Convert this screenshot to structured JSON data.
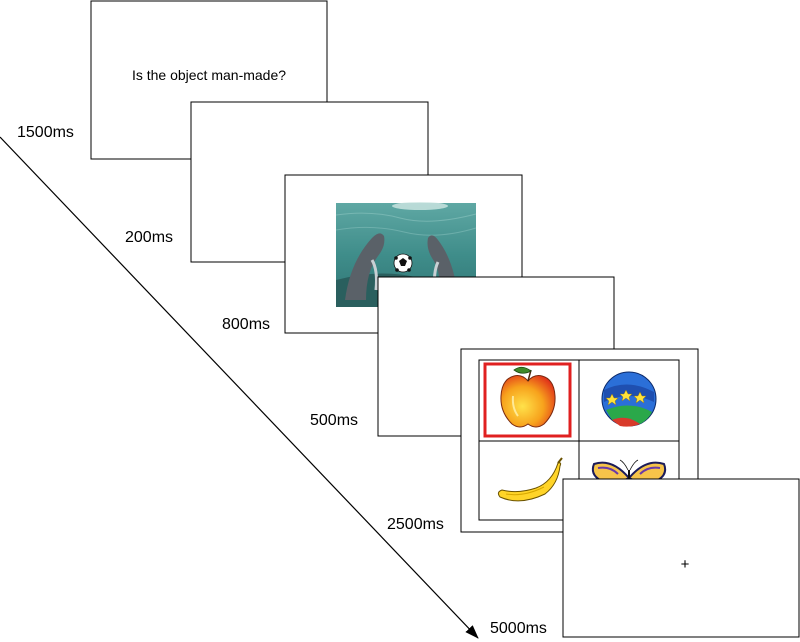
{
  "question_screen": {
    "text": "Is the object man-made?"
  },
  "fixation_screen": {
    "symbol": "+"
  },
  "durations": {
    "question": "1500ms",
    "blank_1": "200ms",
    "picture": "800ms",
    "blank_2": "500ms",
    "choice": "2500ms",
    "fixation": "5000ms"
  },
  "picture_screen": {
    "content": "photo of dolphins with a soccer ball"
  },
  "choice_screen": {
    "options": [
      "apple-icon",
      "ball-icon",
      "banana-icon",
      "butterfly-icon"
    ],
    "selected": "apple-icon",
    "highlight_color": "#e02020"
  }
}
